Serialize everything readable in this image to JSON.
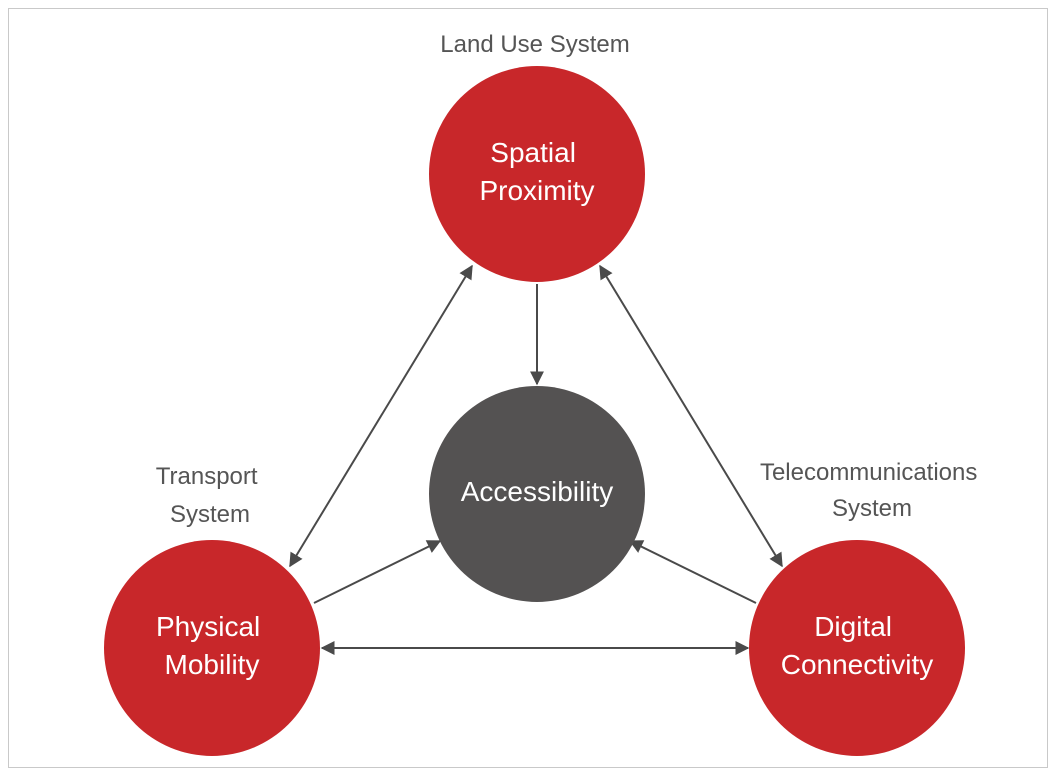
{
  "colors": {
    "node_red": "#c8272a",
    "node_dark": "#545252",
    "arrow": "#4a4a4a",
    "system_text": "#555555",
    "node_text": "#ffffff"
  },
  "systems": {
    "land_use": {
      "lines": [
        "Land Use System"
      ]
    },
    "transport": {
      "lines": [
        "Transport",
        "System"
      ]
    },
    "telecom": {
      "lines": [
        "Telecommunications",
        "System"
      ]
    }
  },
  "nodes": {
    "spatial_proximity": {
      "lines": [
        "Spatial",
        "Proximity"
      ]
    },
    "accessibility": {
      "lines": [
        "Accessibility"
      ]
    },
    "physical_mobility": {
      "lines": [
        "Physical",
        "Mobility"
      ]
    },
    "digital_connectivity": {
      "lines": [
        "Digital",
        "Connectivity"
      ]
    }
  }
}
